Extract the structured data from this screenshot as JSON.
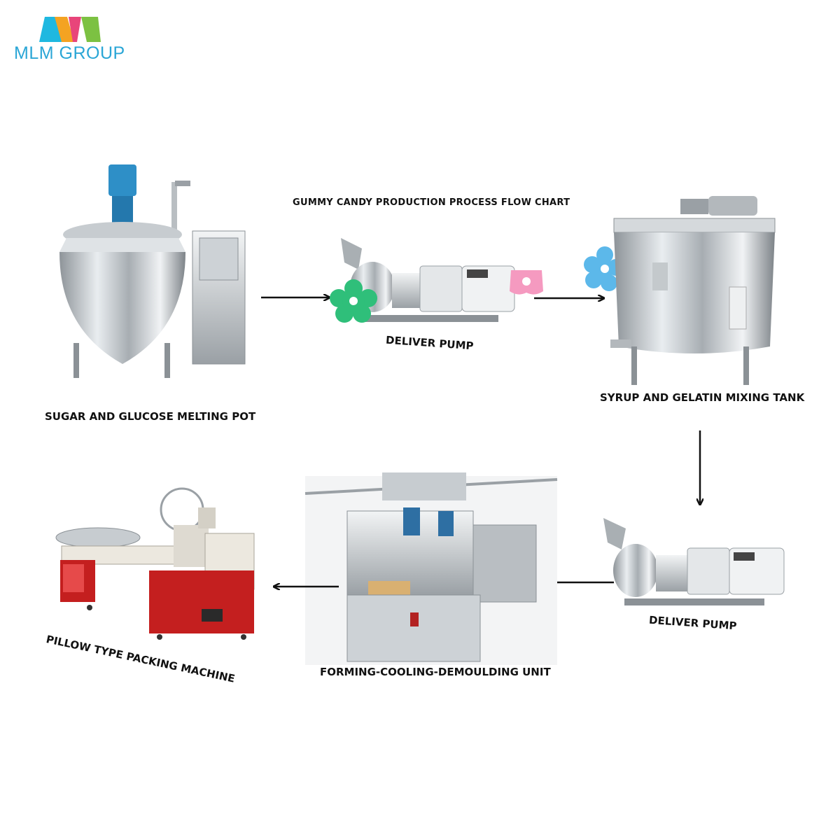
{
  "logo": {
    "text": "MLM GROUP",
    "colors": [
      "#1fb8e0",
      "#f4a322",
      "#e8457a",
      "#7cc142"
    ]
  },
  "title": "GUMMY CANDY PRODUCTION PROCESS FLOW CHART",
  "steps": [
    {
      "label": "SUGAR AND GLUCOSE MELTING POT"
    },
    {
      "label": "DELIVER PUMP"
    },
    {
      "label": "SYRUP AND GELATIN MIXING TANK"
    },
    {
      "label": "DELIVER PUMP"
    },
    {
      "label": "FORMING-COOLING-DEMOULDING UNIT"
    },
    {
      "label": "PILLOW TYPE PACKING MACHINE"
    }
  ],
  "candy_colors": [
    "#2fbf7a",
    "#f59ac0",
    "#5cb8ea"
  ]
}
